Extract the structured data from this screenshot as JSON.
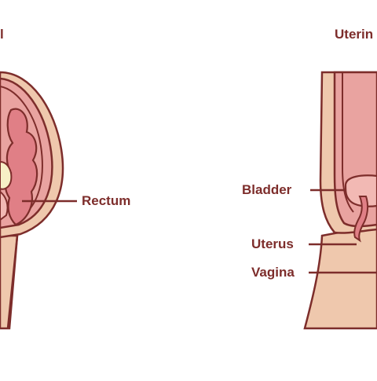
{
  "figure": {
    "left_title": "l",
    "right_title": "Uterin",
    "left_labels": {
      "rectum": "Rectum"
    },
    "right_labels": {
      "bladder": "Bladder",
      "uterus": "Uterus",
      "vagina": "Vagina"
    }
  },
  "colors": {
    "outline": "#7d2d2b",
    "skin": "#efc8ad",
    "pink": "#e9a3a0",
    "pink_light": "#f2b9b4",
    "pink_dark": "#e07f86",
    "cream": "#f7efc6"
  }
}
